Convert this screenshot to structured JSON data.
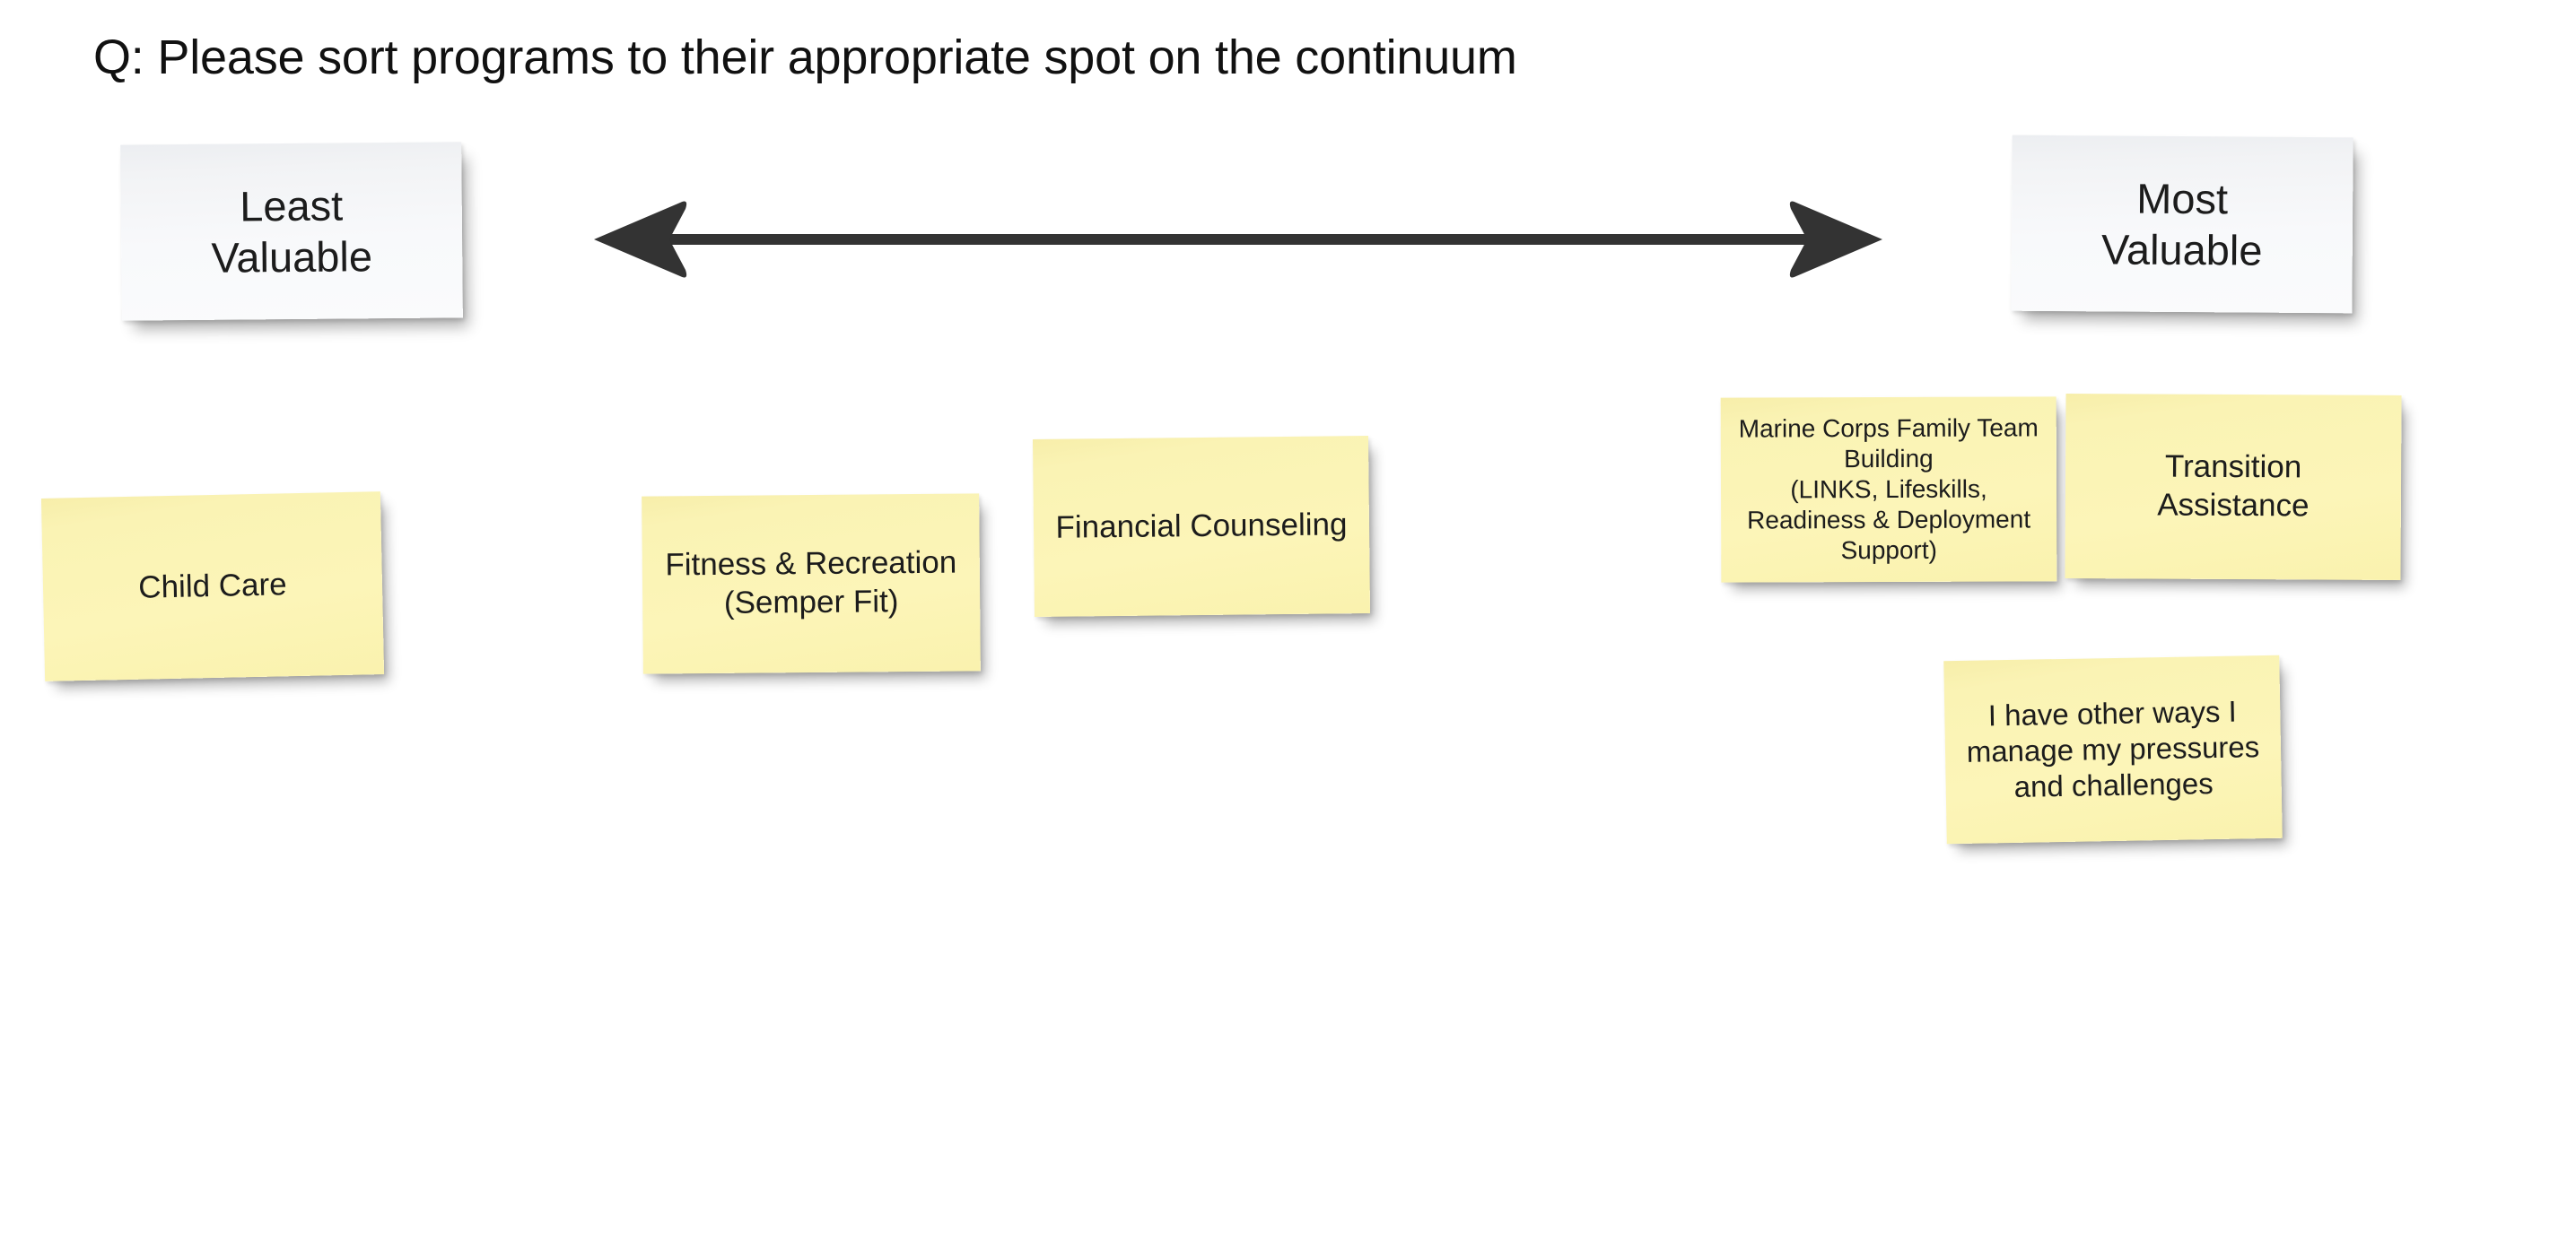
{
  "page": {
    "background_color": "#ffffff",
    "title": "Q: Please sort programs to their appropriate spot on the continuum"
  },
  "continuum": {
    "arrow_color": "#333333",
    "arrow_name": "double-headed-horizontal-arrow",
    "left_anchor": {
      "label": "Least\nValuable",
      "color": "#f4f5f7"
    },
    "right_anchor": {
      "label": "Most\nValuable",
      "color": "#f4f5f7"
    }
  },
  "sticky_color": "#faf2ae",
  "notes": [
    {
      "id": "child-care",
      "label": "Child Care"
    },
    {
      "id": "fitness-recreation",
      "label": "Fitness & Recreation\n(Semper Fit)"
    },
    {
      "id": "financial-counseling",
      "label": "Financial Counseling"
    },
    {
      "id": "mcftb",
      "label": "Marine Corps Family Team Building\n(LINKS, Lifeskills, Readiness & Deployment Support)"
    },
    {
      "id": "transition-assistance",
      "label": "Transition\nAssistance"
    },
    {
      "id": "other-ways",
      "label": "I have other ways I manage my pressures and challenges"
    }
  ]
}
